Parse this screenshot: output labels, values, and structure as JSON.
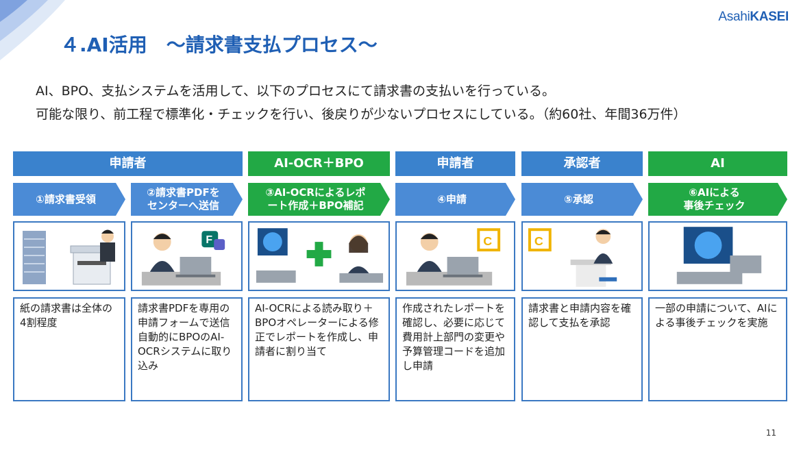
{
  "brand": {
    "logo_light": "Asahi",
    "logo_bold": "KASEI"
  },
  "title": "４.AI活用　～請求書支払プロセス～",
  "intro": [
    "AI、BPO、支払システムを活用して、以下のプロセスにて請求書の支払いを行っている。",
    "可能な限り、前工程で標準化・チェックを行い、後戻りが少ないプロセスにしている。（約60社、年間36万件）"
  ],
  "roles": [
    {
      "label": "申請者",
      "color": "#3a82cd"
    },
    {
      "label": "AI-OCR＋BPO",
      "color": "#22a945"
    },
    {
      "label": "申請者",
      "color": "#3a82cd"
    },
    {
      "label": "承認者",
      "color": "#3a82cd"
    },
    {
      "label": "AI",
      "color": "#22a945"
    }
  ],
  "steps": [
    {
      "label": "①請求書受領",
      "image": "printer-clerk-illustration",
      "description": "紙の請求書は全体の4割程度"
    },
    {
      "label": "②請求書PDFを\nセンターへ送信",
      "image": "laptop-forms-illustration",
      "description": "請求書PDFを専用の申請フォームで送信\n自動的にBPOのAI-OCRシステムに取り込み"
    },
    {
      "label": "③AI-OCRによるレポ\nート作成＋BPO補記",
      "image": "ai-plus-operator-illustration",
      "description": "AI-OCRによる読み取り＋BPOオペレーターによる修正でレポートを作成し、申請者に割り当て"
    },
    {
      "label": "④申請",
      "image": "applicant-laptop-illustration",
      "description": "作成されたレポートを確認し、必要に応じて費用計上部門の変更や予算管理コードを追加し申請"
    },
    {
      "label": "⑤承認",
      "image": "approver-desk-illustration",
      "description": "請求書と申請内容を確認して支払を承認"
    },
    {
      "label": "⑥AIによる\n事後チェック",
      "image": "ai-check-illustration",
      "description": "一部の申請について、AIによる事後チェックを実施"
    }
  ],
  "colors": {
    "accent": "#1f5fb4",
    "blue": "#3a82cd",
    "green": "#22a945",
    "border": "#3a78c2"
  },
  "page_number": "11"
}
